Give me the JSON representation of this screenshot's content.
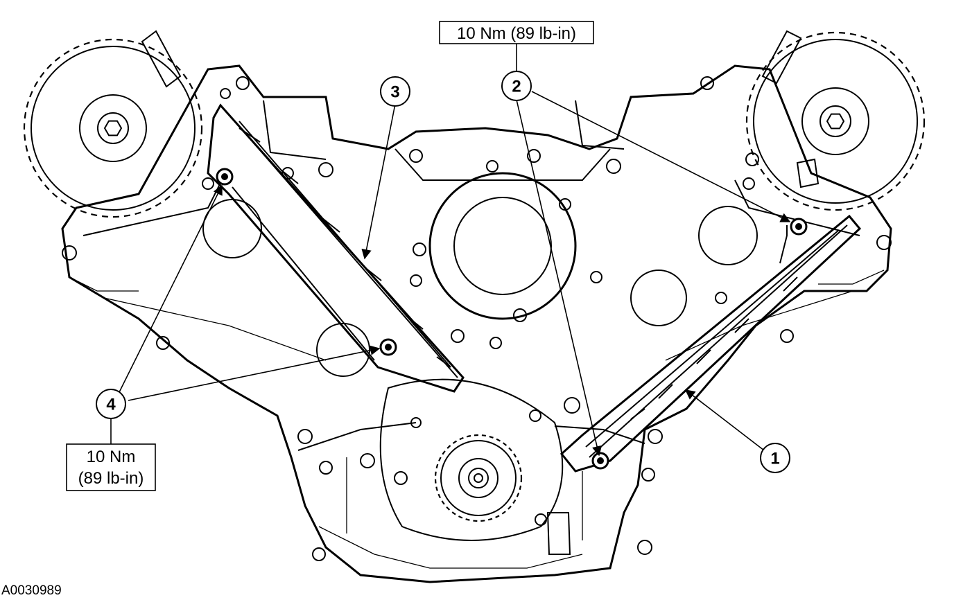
{
  "callouts": {
    "c1": "1",
    "c2": "2",
    "c3": "3",
    "c4": "4"
  },
  "specs": {
    "top": "10 Nm (89 lb-in)",
    "left_line1": "10 Nm",
    "left_line2": "(89 lb-in)"
  },
  "figure_id": "A0030989",
  "icons": {
    "sprocket": "cam-sprocket-icon",
    "bolt": "guide-bolt-icon"
  }
}
